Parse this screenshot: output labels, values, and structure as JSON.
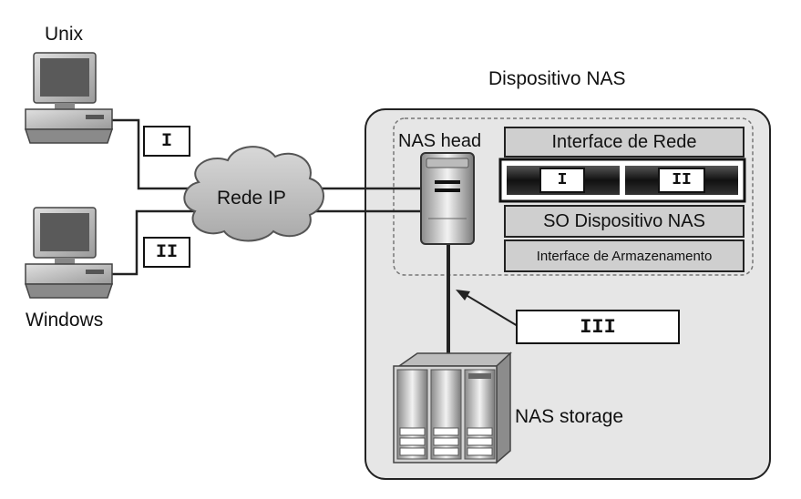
{
  "title": "Dispositivo NAS",
  "clients": {
    "unix_label": "Unix",
    "windows_label": "Windows",
    "unix_link_tag": "I",
    "windows_link_tag": "II"
  },
  "network": {
    "label": "Rede IP"
  },
  "nas_head": {
    "label": "NAS head",
    "network_interface": "Interface de Rede",
    "ports": [
      "I",
      "II"
    ],
    "os": "SO Dispositivo NAS",
    "storage_interface": "Interface de Armazenamento"
  },
  "storage_link_tag": "III",
  "nas_storage": {
    "label": "NAS storage"
  },
  "colors": {
    "device_fill": "#e6e6e6",
    "layer_fill": "#cfcfcf",
    "port_dark": "#1a1a1a"
  }
}
